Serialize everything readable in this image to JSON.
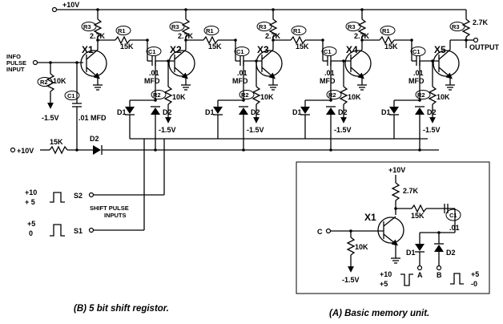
{
  "main_circuit": {
    "supply": "+10V",
    "info_input": [
      "INFO",
      "PULSE",
      "INPUT"
    ],
    "output": "OUTPUT",
    "stages": [
      "X1",
      "X2",
      "X3",
      "X4",
      "X5"
    ],
    "r3": "R3",
    "r3_value": "2.7K",
    "r1": "R1",
    "r1_value": "15K",
    "c1": "C1",
    "c1_value": [
      ".01",
      "MFD"
    ],
    "r2": "R2",
    "r2_value": "10K",
    "neg_supply": "-1.5V",
    "d1": "D1",
    "d2": "D2",
    "bottom_supply": "+10V",
    "bottom_resistor": "15K",
    "input_cap_value": ".01 MFD",
    "shift_pulse_label": [
      "SHIFT PULSE",
      "INPUTS"
    ],
    "s2": "S2",
    "s1": "S1",
    "s2_levels": [
      "+10",
      "+ 5"
    ],
    "s1_levels": [
      "+5",
      "0"
    ]
  },
  "inset": {
    "supply": "+10V",
    "r_collector": "2.7K",
    "r_feedback": "15K",
    "transistor": "X1",
    "c_label": "C1",
    "c_value": ".01",
    "input": "C",
    "r_base": "10K",
    "neg_supply": "-1.5V",
    "d1": "D1",
    "d2": "D2",
    "a": "A",
    "b": "B",
    "a_levels": [
      "+10",
      "+5"
    ],
    "b_levels": [
      "+5",
      "-0"
    ]
  },
  "captions": {
    "left": "(B) 5 bit shift registor.",
    "right": "(A) Basic memory unit."
  }
}
